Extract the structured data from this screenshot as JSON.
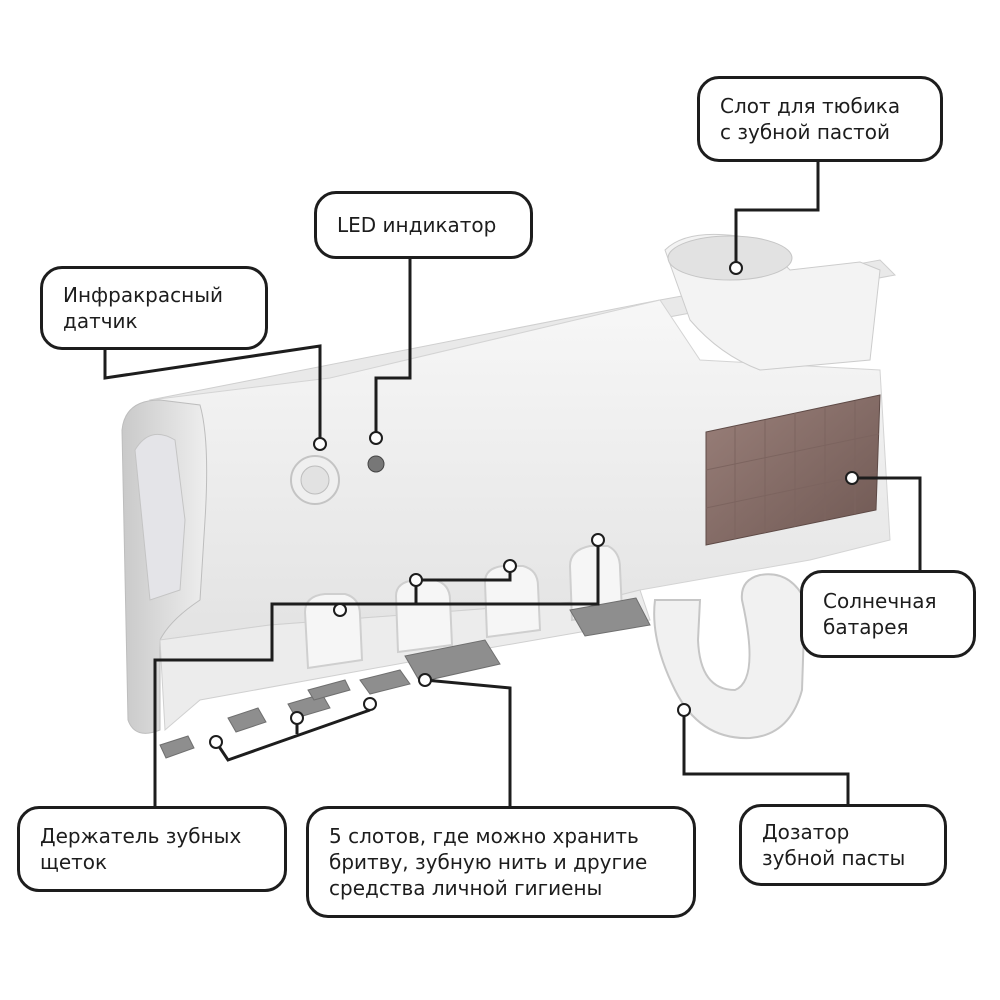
{
  "callouts": {
    "tube_slot": "Слот для тюбика\nс зубной пастой",
    "led_indicator": "LED индикатор",
    "ir_sensor": "Инфракрасный\nдатчик",
    "solar_battery": "Солнечная\nбатарея",
    "brush_holder": "Держатель зубных\nщеток",
    "slots": "5 слотов, где можно хранить\nбритву, зубную нить и другие\nсредства личной гигиены",
    "dispenser": "Дозатор\nзубной пасты"
  },
  "colors": {
    "body": "#f4f4f4",
    "shadow": "#d9d9d9",
    "solar_panel": "#8a6f6a",
    "line": "#1d1d1d"
  }
}
